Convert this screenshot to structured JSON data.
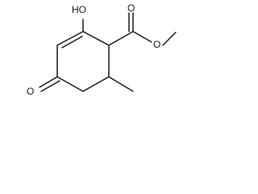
{
  "molecule": {
    "atom_labels": {
      "hydroxyl": "HO",
      "ring_ketone_oxygen": "O",
      "ester_carbonyl_oxygen": "O",
      "ester_ether_oxygen": "O"
    }
  }
}
